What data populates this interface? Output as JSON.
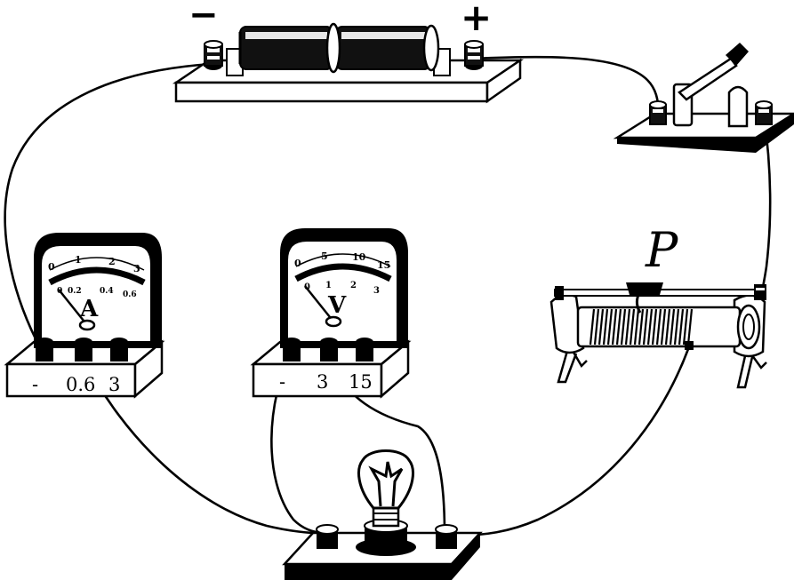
{
  "battery": {
    "negative_sign": "−",
    "positive_sign": "+"
  },
  "ammeter": {
    "letter": "A",
    "outer_scale": [
      "0",
      "1",
      "2",
      "3"
    ],
    "inner_scale": [
      "0",
      "0.2",
      "0.4",
      "0.6"
    ],
    "terminal_labels": [
      "-",
      "0.6",
      "3"
    ]
  },
  "voltmeter": {
    "letter": "V",
    "outer_scale": [
      "0",
      "5",
      "10",
      "15"
    ],
    "inner_scale": [
      "0",
      "1",
      "2",
      "3"
    ],
    "terminal_labels": [
      "-",
      "3",
      "15"
    ]
  },
  "rheostat": {
    "slider_label": "P"
  },
  "colors": {
    "ink": "#000000",
    "paper": "#ffffff"
  }
}
